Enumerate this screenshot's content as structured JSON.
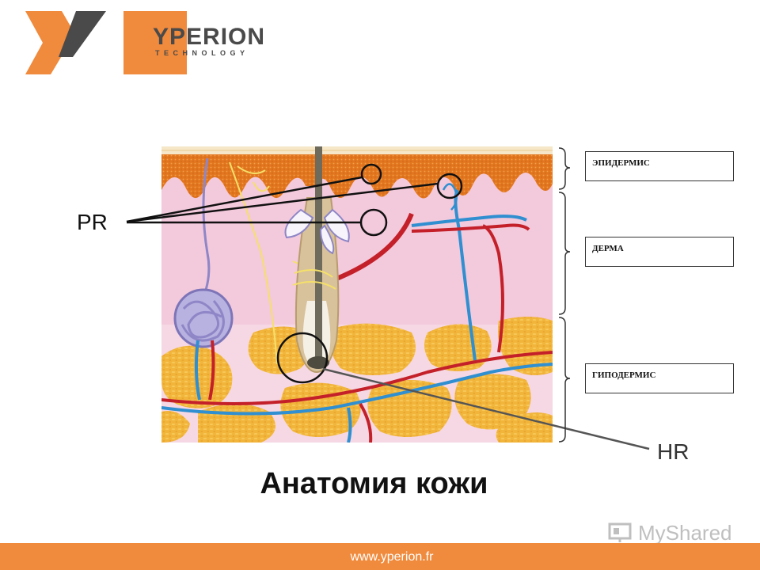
{
  "colors": {
    "brand_orange": "#f08a3c",
    "epidermis": "#e2761e",
    "dermis": "#f3c9dc",
    "hypodermis_fat": "#f2b53b",
    "artery": "#c4202a",
    "vein": "#2f8fd0"
  },
  "logo": {
    "name": "YPERION",
    "subtitle": "TECHNOLOGY"
  },
  "layers": {
    "epidermis": "ЭПИДЕРМИС",
    "dermis": "ДЕРМА",
    "hypodermis": "ГИПОДЕРМИС"
  },
  "markers": {
    "pr": "PR",
    "hr": "HR"
  },
  "title": "Анатомия кожи",
  "footer": {
    "url": "www.yperion.fr"
  },
  "watermark": {
    "text": "MyShared"
  }
}
